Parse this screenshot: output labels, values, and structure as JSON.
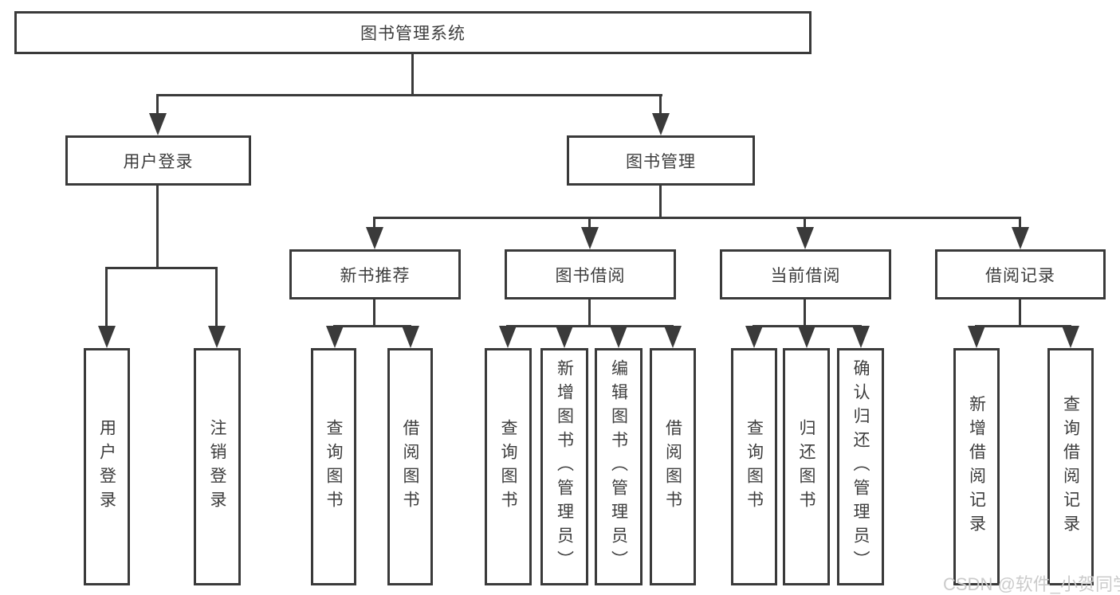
{
  "diagram_type": "hierarchy",
  "colors": {
    "line": "#3a3a3a",
    "text": "#3d3d3d",
    "bg": "#ffffff",
    "watermark": "#cbcbcb"
  },
  "tree": {
    "root": {
      "label": "图书管理系统"
    },
    "children": [
      {
        "label": "用户登录",
        "children": [
          {
            "label": "用户登录"
          },
          {
            "label": "注销登录"
          }
        ]
      },
      {
        "label": "图书管理",
        "children": [
          {
            "label": "新书推荐",
            "children": [
              {
                "label": "查询图书"
              },
              {
                "label": "借阅图书"
              }
            ]
          },
          {
            "label": "图书借阅",
            "children": [
              {
                "label": "查询图书"
              },
              {
                "label": "新增图书（管理员）"
              },
              {
                "label": "编辑图书（管理员）"
              },
              {
                "label": "借阅图书"
              }
            ]
          },
          {
            "label": "当前借阅",
            "children": [
              {
                "label": "查询图书"
              },
              {
                "label": "归还图书"
              },
              {
                "label": "确认归还（管理员）"
              }
            ]
          },
          {
            "label": "借阅记录",
            "children": [
              {
                "label": "新增借阅记录"
              },
              {
                "label": "查询借阅记录"
              }
            ]
          }
        ]
      }
    ]
  },
  "watermark": {
    "text": "CSDN @软件_小贺同学"
  }
}
